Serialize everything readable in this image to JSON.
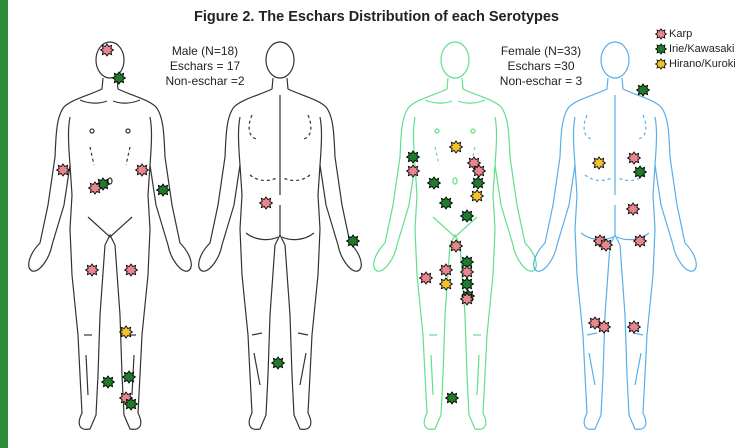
{
  "title": "Figure 2. The Eschars Distribution of each Serotypes",
  "male": {
    "lines": [
      "Male (N=18)",
      "Eschars = 17",
      "Non-eschar =2"
    ]
  },
  "female": {
    "lines": [
      "Female (N=33)",
      "Eschars =30",
      "Non-eschar = 3"
    ]
  },
  "legend": [
    {
      "label": "Karp",
      "color": "#e8868d",
      "icon": "starburst-icon"
    },
    {
      "label": "Irie/Kawasaki",
      "color": "#1f7a2b",
      "icon": "starburst-icon"
    },
    {
      "label": "Hirano/Kuroki",
      "color": "#f2c12e",
      "icon": "starburst-icon"
    }
  ],
  "figures": [
    {
      "name": "male-front-figure",
      "color": "#333333"
    },
    {
      "name": "male-back-figure",
      "color": "#333333"
    },
    {
      "name": "female-front-figure",
      "color": "#5fe08a"
    },
    {
      "name": "female-back-figure",
      "color": "#5aaee8"
    }
  ]
}
